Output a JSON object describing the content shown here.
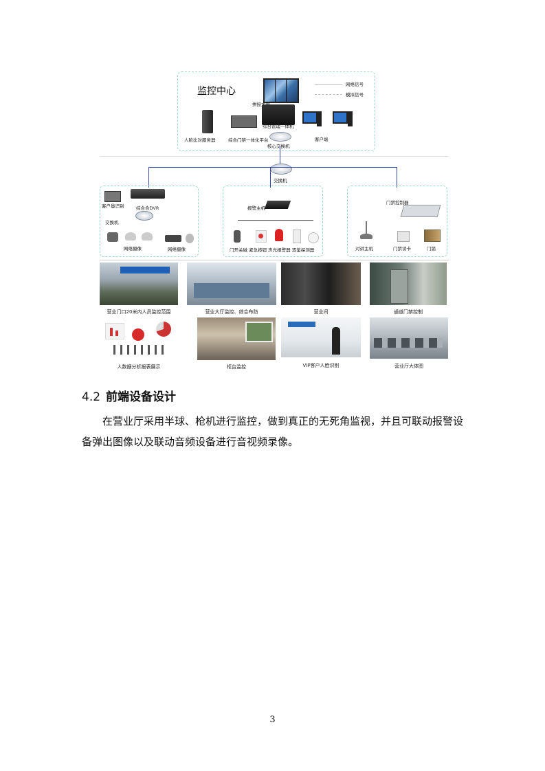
{
  "diagram": {
    "center_title": "监控中心",
    "legend": {
      "network": "网络信号",
      "analog": "模拟信号"
    },
    "center_items": {
      "video_wall": "拼接大屏",
      "face_server": "人脸比对服务器",
      "access_control_platform": "综合门禁一体化平台",
      "dvr_nvr": "综合管理一体机",
      "client": "客户端",
      "core_switch": "核心交换机"
    },
    "switch": "交换机",
    "left_group": {
      "face_capture": "客户量识别",
      "dvr": "综合合DVR",
      "switch": "交换机",
      "dome_camera": "网络摄像",
      "bullet_camera": "网络摄像"
    },
    "middle_group": {
      "alarm_host": "报警主机",
      "items": [
        "门开关磁",
        "紧急按钮",
        "声光报警器",
        "双鉴探测器"
      ]
    },
    "right_group": {
      "controller": "门禁控制器",
      "intercom": "对讲主机",
      "card_reader": "门禁读卡",
      "lock": "门锁"
    }
  },
  "photos": {
    "row1": [
      "营业门口20米内人员监控范围",
      "营业大厅监控、综合布防",
      "营业间",
      "通道门禁控制"
    ],
    "row2": [
      "人数据分析报表展示",
      "柜台监控",
      "VIP客户人脸识别",
      "营业厅大体图"
    ]
  },
  "section": {
    "number": "4.2",
    "title": "前端设备设计",
    "paragraph": "在营业厅采用半球、枪机进行监控，做到真正的无死角监视，并且可联动报警设备弹出图像以及联动音频设备进行音视频录像。"
  },
  "page_number": "3"
}
